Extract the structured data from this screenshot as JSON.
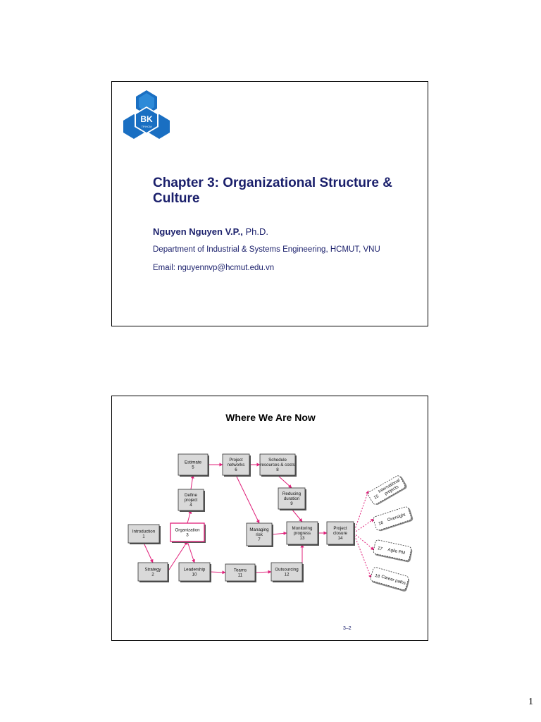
{
  "slide1": {
    "logo": {
      "text": "BK",
      "subtext": "TP.HCM",
      "color": "#1a6fc2"
    },
    "title": "Chapter 3: Organizational Structure & Culture",
    "author_name": "Nguyen Nguyen V.P.,",
    "author_degree": " Ph.D.",
    "department": "Department of Industrial & Systems Engineering, HCMUT, VNU",
    "email": "Email: nguyennvp@hcmut.edu.vn"
  },
  "slide2": {
    "title": "Where We Are Now",
    "slide_number": "3–2",
    "nodes": [
      {
        "id": "estimate",
        "lines": [
          "Estimate",
          "5"
        ]
      },
      {
        "id": "project-networks",
        "lines": [
          "Project",
          "networks",
          "6"
        ]
      },
      {
        "id": "schedule",
        "lines": [
          "Schedule",
          "resources & costs",
          "8"
        ]
      },
      {
        "id": "define-project",
        "lines": [
          "Define",
          "project",
          "4"
        ]
      },
      {
        "id": "reducing-duration",
        "lines": [
          "Reducing",
          "duration",
          "9"
        ]
      },
      {
        "id": "introduction",
        "lines": [
          "Introduction",
          "1"
        ]
      },
      {
        "id": "organization",
        "lines": [
          "Organization",
          "3"
        ]
      },
      {
        "id": "managing-risk",
        "lines": [
          "Managing",
          "risk",
          "7"
        ]
      },
      {
        "id": "monitoring-progress",
        "lines": [
          "Monitoring",
          "progress",
          "13"
        ]
      },
      {
        "id": "project-closure",
        "lines": [
          "Project",
          "closure",
          "14"
        ]
      },
      {
        "id": "strategy",
        "lines": [
          "Strategy",
          "2"
        ]
      },
      {
        "id": "leadership",
        "lines": [
          "Leadership",
          "10"
        ]
      },
      {
        "id": "teams",
        "lines": [
          "Teams",
          "11"
        ]
      },
      {
        "id": "outsourcing",
        "lines": [
          "Outsourcing",
          "12"
        ]
      }
    ],
    "tags": [
      {
        "id": "international",
        "number": "15",
        "lines": [
          "International",
          "projects"
        ]
      },
      {
        "id": "oversight",
        "number": "16",
        "lines": [
          "Oversight"
        ]
      },
      {
        "id": "agile",
        "number": "17",
        "lines": [
          "Agile PM"
        ]
      },
      {
        "id": "career",
        "number": "18",
        "lines": [
          "Career paths"
        ]
      }
    ],
    "colors": {
      "box_fill": "#d9d9d9",
      "highlight": "#e0207a",
      "arrow": "#e0207a"
    }
  },
  "page_number": "1"
}
